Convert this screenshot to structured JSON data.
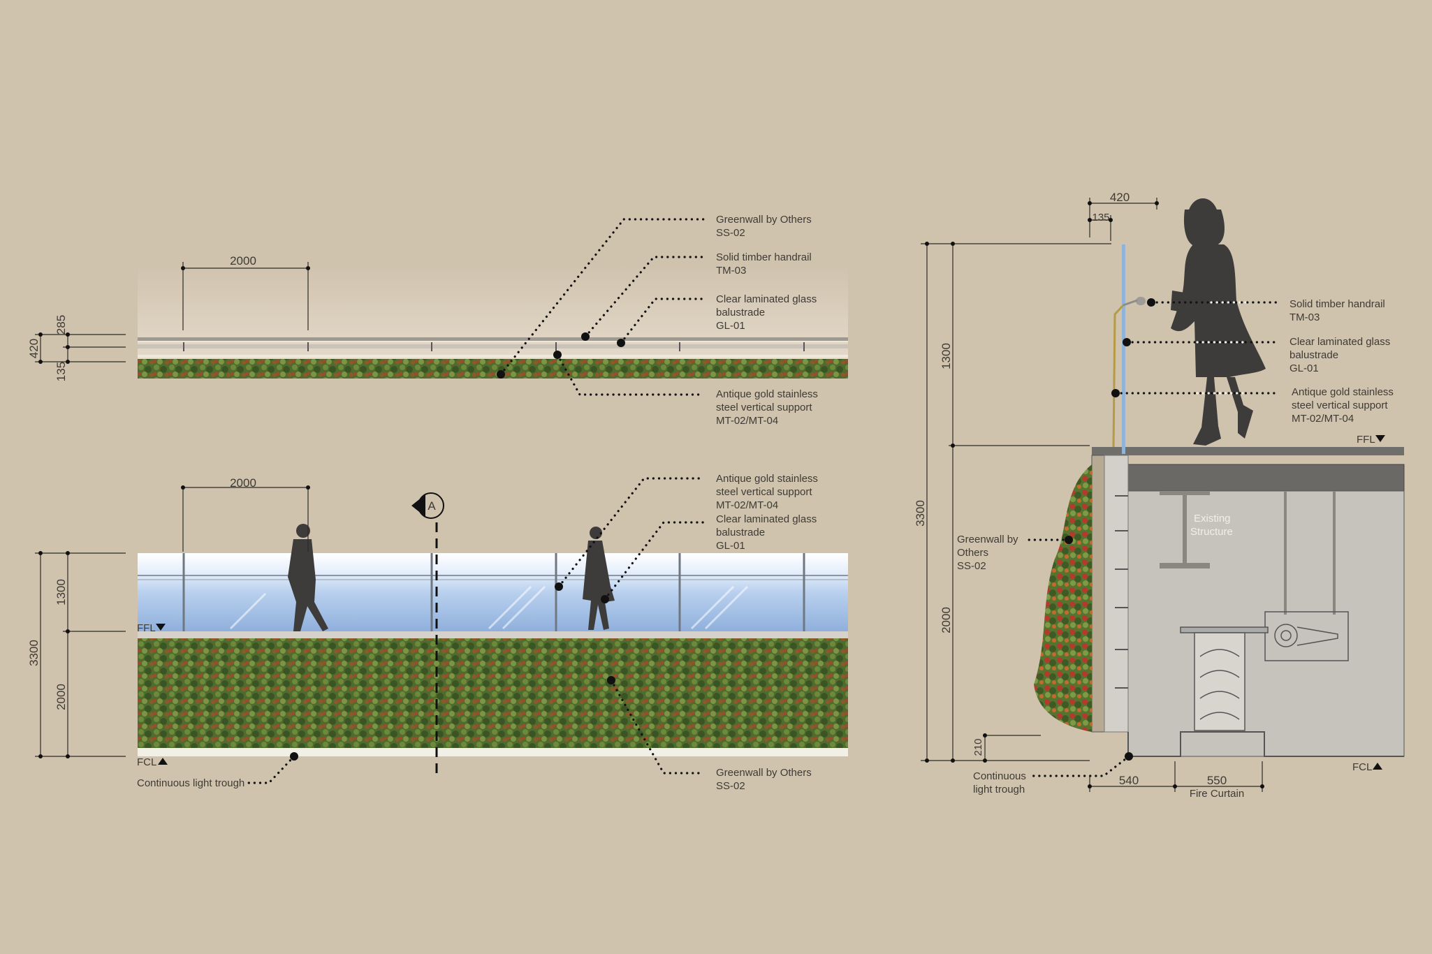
{
  "plan": {
    "dim_span": "2000",
    "dim_420": "420",
    "dim_285": "285",
    "dim_135": "135",
    "callouts": {
      "greenwall": [
        "Greenwall by Others",
        "SS-02"
      ],
      "handrail": [
        "Solid timber handrail",
        "TM-03"
      ],
      "glass": [
        "Clear laminated glass",
        "balustrade",
        "GL-01"
      ],
      "support": [
        "Antique gold stainless",
        "steel vertical support",
        "MT-02/MT-04"
      ]
    }
  },
  "elevation": {
    "dim_span": "2000",
    "dim_3300": "3300",
    "dim_1300": "1300",
    "dim_2000": "2000",
    "ffl": "FFL",
    "fcl": "FCL",
    "section_marker": "A",
    "callouts": {
      "support": [
        "Antique gold stainless",
        "steel vertical support",
        "MT-02/MT-04"
      ],
      "glass": [
        "Clear laminated glass",
        "balustrade",
        "GL-01"
      ],
      "greenwall": [
        "Greenwall by Others",
        "SS-02"
      ],
      "light_trough": "Continuous light trough"
    }
  },
  "section": {
    "dim_420": "420",
    "dim_135": "135",
    "dim_1300": "1300",
    "dim_3300": "3300",
    "dim_2000": "2000",
    "dim_210": "210",
    "dim_540": "540",
    "dim_550": "550",
    "fire_curtain": "Fire Curtain",
    "existing_structure": [
      "Existing",
      "Structure"
    ],
    "ffl": "FFL",
    "fcl": "FCL",
    "callouts": {
      "handrail": [
        "Solid timber handrail",
        "TM-03"
      ],
      "glass": [
        "Clear laminated glass",
        "balustrade",
        "GL-01"
      ],
      "support": [
        "Antique gold stainless",
        "steel vertical support",
        "MT-02/MT-04"
      ],
      "greenwall": [
        "Greenwall by",
        "Others",
        "SS-02"
      ],
      "light_trough": [
        "Continuous",
        "light trough"
      ]
    }
  },
  "colors": {
    "background": "#d0c3ae",
    "foliage": "#4d6a2c",
    "glass": "#a9c4e6",
    "silhouette": "#3d3c3b",
    "gold": "#b69a45"
  }
}
